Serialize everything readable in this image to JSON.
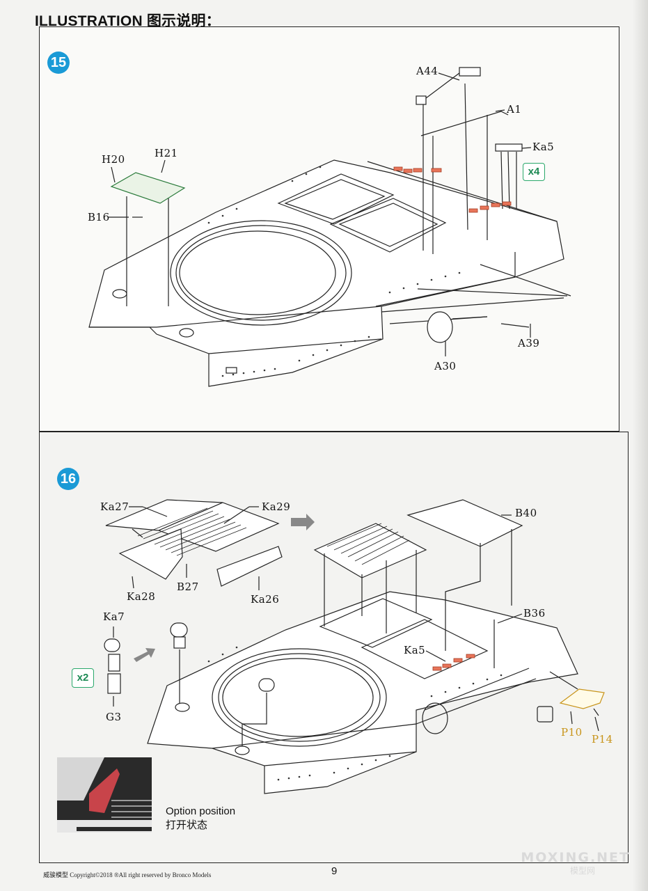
{
  "header": {
    "title": "ILLUSTRATION 图示说明："
  },
  "steps": [
    {
      "number": "15",
      "labels": {
        "a44": "A44",
        "a1": "A1",
        "ka5": "Ka5",
        "h20": "H20",
        "h21": "H21",
        "b16": "B16",
        "a39": "A39",
        "a30": "A30"
      },
      "qty": "x4"
    },
    {
      "number": "16",
      "labels": {
        "ka27": "Ka27",
        "ka29": "Ka29",
        "ka28": "Ka28",
        "b27": "B27",
        "ka26": "Ka26",
        "b40": "B40",
        "b36": "B36",
        "ka5": "Ka5",
        "ka7": "Ka7",
        "g3": "G3",
        "p10": "P10",
        "p14": "P14"
      },
      "qty": "x2",
      "option": {
        "en": "Option position",
        "zh": "打开状态"
      }
    }
  ],
  "footer": {
    "text": "威骏模型  Copyright©2018  ®All right reserved by Bronco Models",
    "page": "9"
  },
  "watermark": {
    "main": "MOXING.NET",
    "sub": "模型网"
  },
  "colors": {
    "step_badge": "#1a9ad6",
    "qty_green": "#2aa86b",
    "photo_etch": "#c8941a",
    "highlight_part": "#e8755a"
  }
}
